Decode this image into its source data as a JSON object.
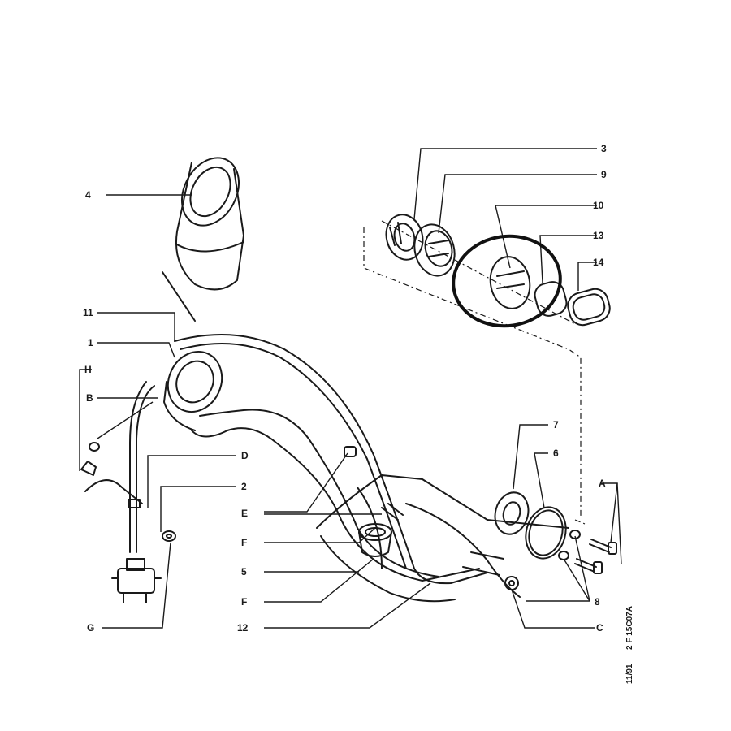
{
  "callouts": {
    "c1": "1",
    "c2": "2",
    "c3": "3",
    "c4": "4",
    "c5": "5",
    "c6": "6",
    "c7": "7",
    "c8": "8",
    "c9": "9",
    "c10": "10",
    "c11": "11",
    "c12": "12",
    "c13": "13",
    "c14": "14",
    "cA": "A",
    "cB": "B",
    "cC": "C",
    "cD": "D",
    "cE": "E",
    "cF1": "F",
    "cF2": "F",
    "cG": "G",
    "cH": "H"
  },
  "stamp": {
    "date": "11/91",
    "ref": "2 F   15C07A"
  },
  "highlight_color": "#111111"
}
